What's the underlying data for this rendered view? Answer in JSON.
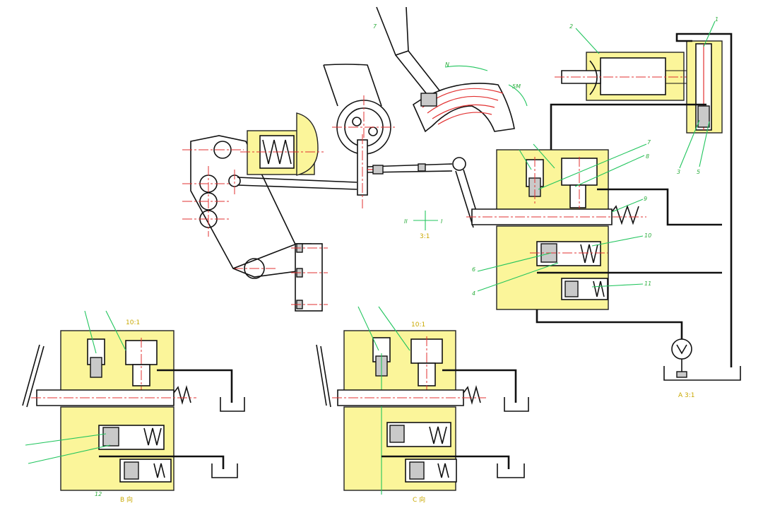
{
  "views": [
    {
      "id": "view-main-label",
      "text": "A 3:1"
    },
    {
      "id": "view-b-label",
      "text": "B 向"
    },
    {
      "id": "view-c-label",
      "text": "C 向"
    },
    {
      "id": "view-b-title",
      "text": "10:1"
    },
    {
      "id": "view-c-title",
      "text": "10:1"
    },
    {
      "id": "section-mark",
      "text": "3:1"
    }
  ],
  "part_numbers": [
    "1",
    "2",
    "3",
    "4",
    "5",
    "6",
    "7",
    "8",
    "9",
    "10",
    "11",
    "12"
  ],
  "colors": {
    "body_fill": "#fbf59a",
    "centerline": "#e23030",
    "leader": "#22c55e",
    "label": "#c9a800"
  }
}
